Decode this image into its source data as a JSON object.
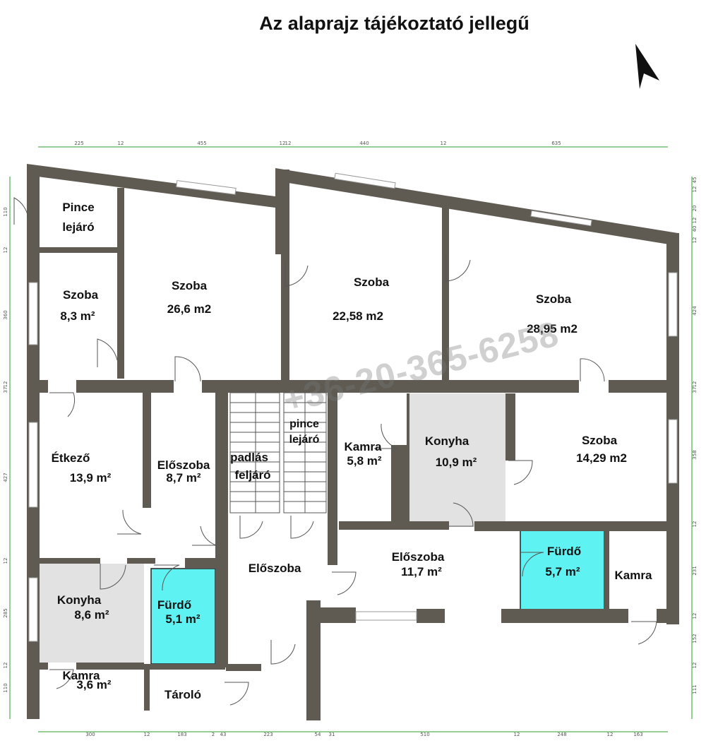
{
  "title": "Az alaprajz tájékoztató jellegű",
  "watermark": "+36-20-365-6258",
  "colors": {
    "wall": "#5f5b53",
    "kitchen_floor": "#e2e2e2",
    "bathroom_floor": "#5ff2f2",
    "dimension_line": "#2e9e2e",
    "background": "#ffffff"
  },
  "rooms": {
    "pince_lejaro_top": {
      "name": "Pince",
      "name2": "lejáró"
    },
    "szoba_1": {
      "name": "Szoba",
      "area": "8,3 m²"
    },
    "szoba_2": {
      "name": "Szoba",
      "area": "26,6 m2"
    },
    "szoba_3": {
      "name": "Szoba",
      "area": "22,58 m2"
    },
    "szoba_4": {
      "name": "Szoba",
      "area": "28,95 m2"
    },
    "szoba_5": {
      "name": "Szoba",
      "area": "14,29 m2"
    },
    "etkezo": {
      "name": "Étkező",
      "area": "13,9 m²"
    },
    "eloszoba_1": {
      "name": "Előszoba",
      "area": "8,7 m²"
    },
    "padlas": {
      "name": "padlás",
      "name2": "feljáró"
    },
    "pince_lejaro_stairs": {
      "name": "pince",
      "name2": "lejáró"
    },
    "kamra_1": {
      "name": "Kamra",
      "area": "5,8 m²"
    },
    "konyha_1": {
      "name": "Konyha",
      "area": "10,9 m²"
    },
    "eloszoba_2": {
      "name": "Előszoba"
    },
    "eloszoba_3": {
      "name": "Előszoba",
      "area": "11,7 m²"
    },
    "furdo_1": {
      "name": "Fürdő",
      "area": "5,7 m²"
    },
    "kamra_2": {
      "name": "Kamra"
    },
    "konyha_2": {
      "name": "Konyha",
      "area": "8,6 m²"
    },
    "furdo_2": {
      "name": "Fürdő",
      "area": "5,1 m²"
    },
    "kamra_3": {
      "name": "Kamra",
      "area": "3,6 m²"
    },
    "tarolo": {
      "name": "Tároló"
    }
  },
  "dimensions": {
    "top": [
      "225",
      "12",
      "455",
      "12",
      "12",
      "440",
      "12",
      "635"
    ],
    "bottom": [
      "300",
      "12",
      "183",
      "2",
      "43",
      "223",
      "54",
      "31",
      "510",
      "12",
      "248",
      "12",
      "163"
    ],
    "left": [
      "110",
      "12",
      "360",
      "12",
      "37",
      "427",
      "12",
      "285",
      "12",
      "110"
    ],
    "right": [
      "45",
      "12",
      "20",
      "12",
      "40",
      "12",
      "424",
      "12",
      "37",
      "358",
      "12",
      "231",
      "12",
      "152",
      "12",
      "111"
    ]
  }
}
